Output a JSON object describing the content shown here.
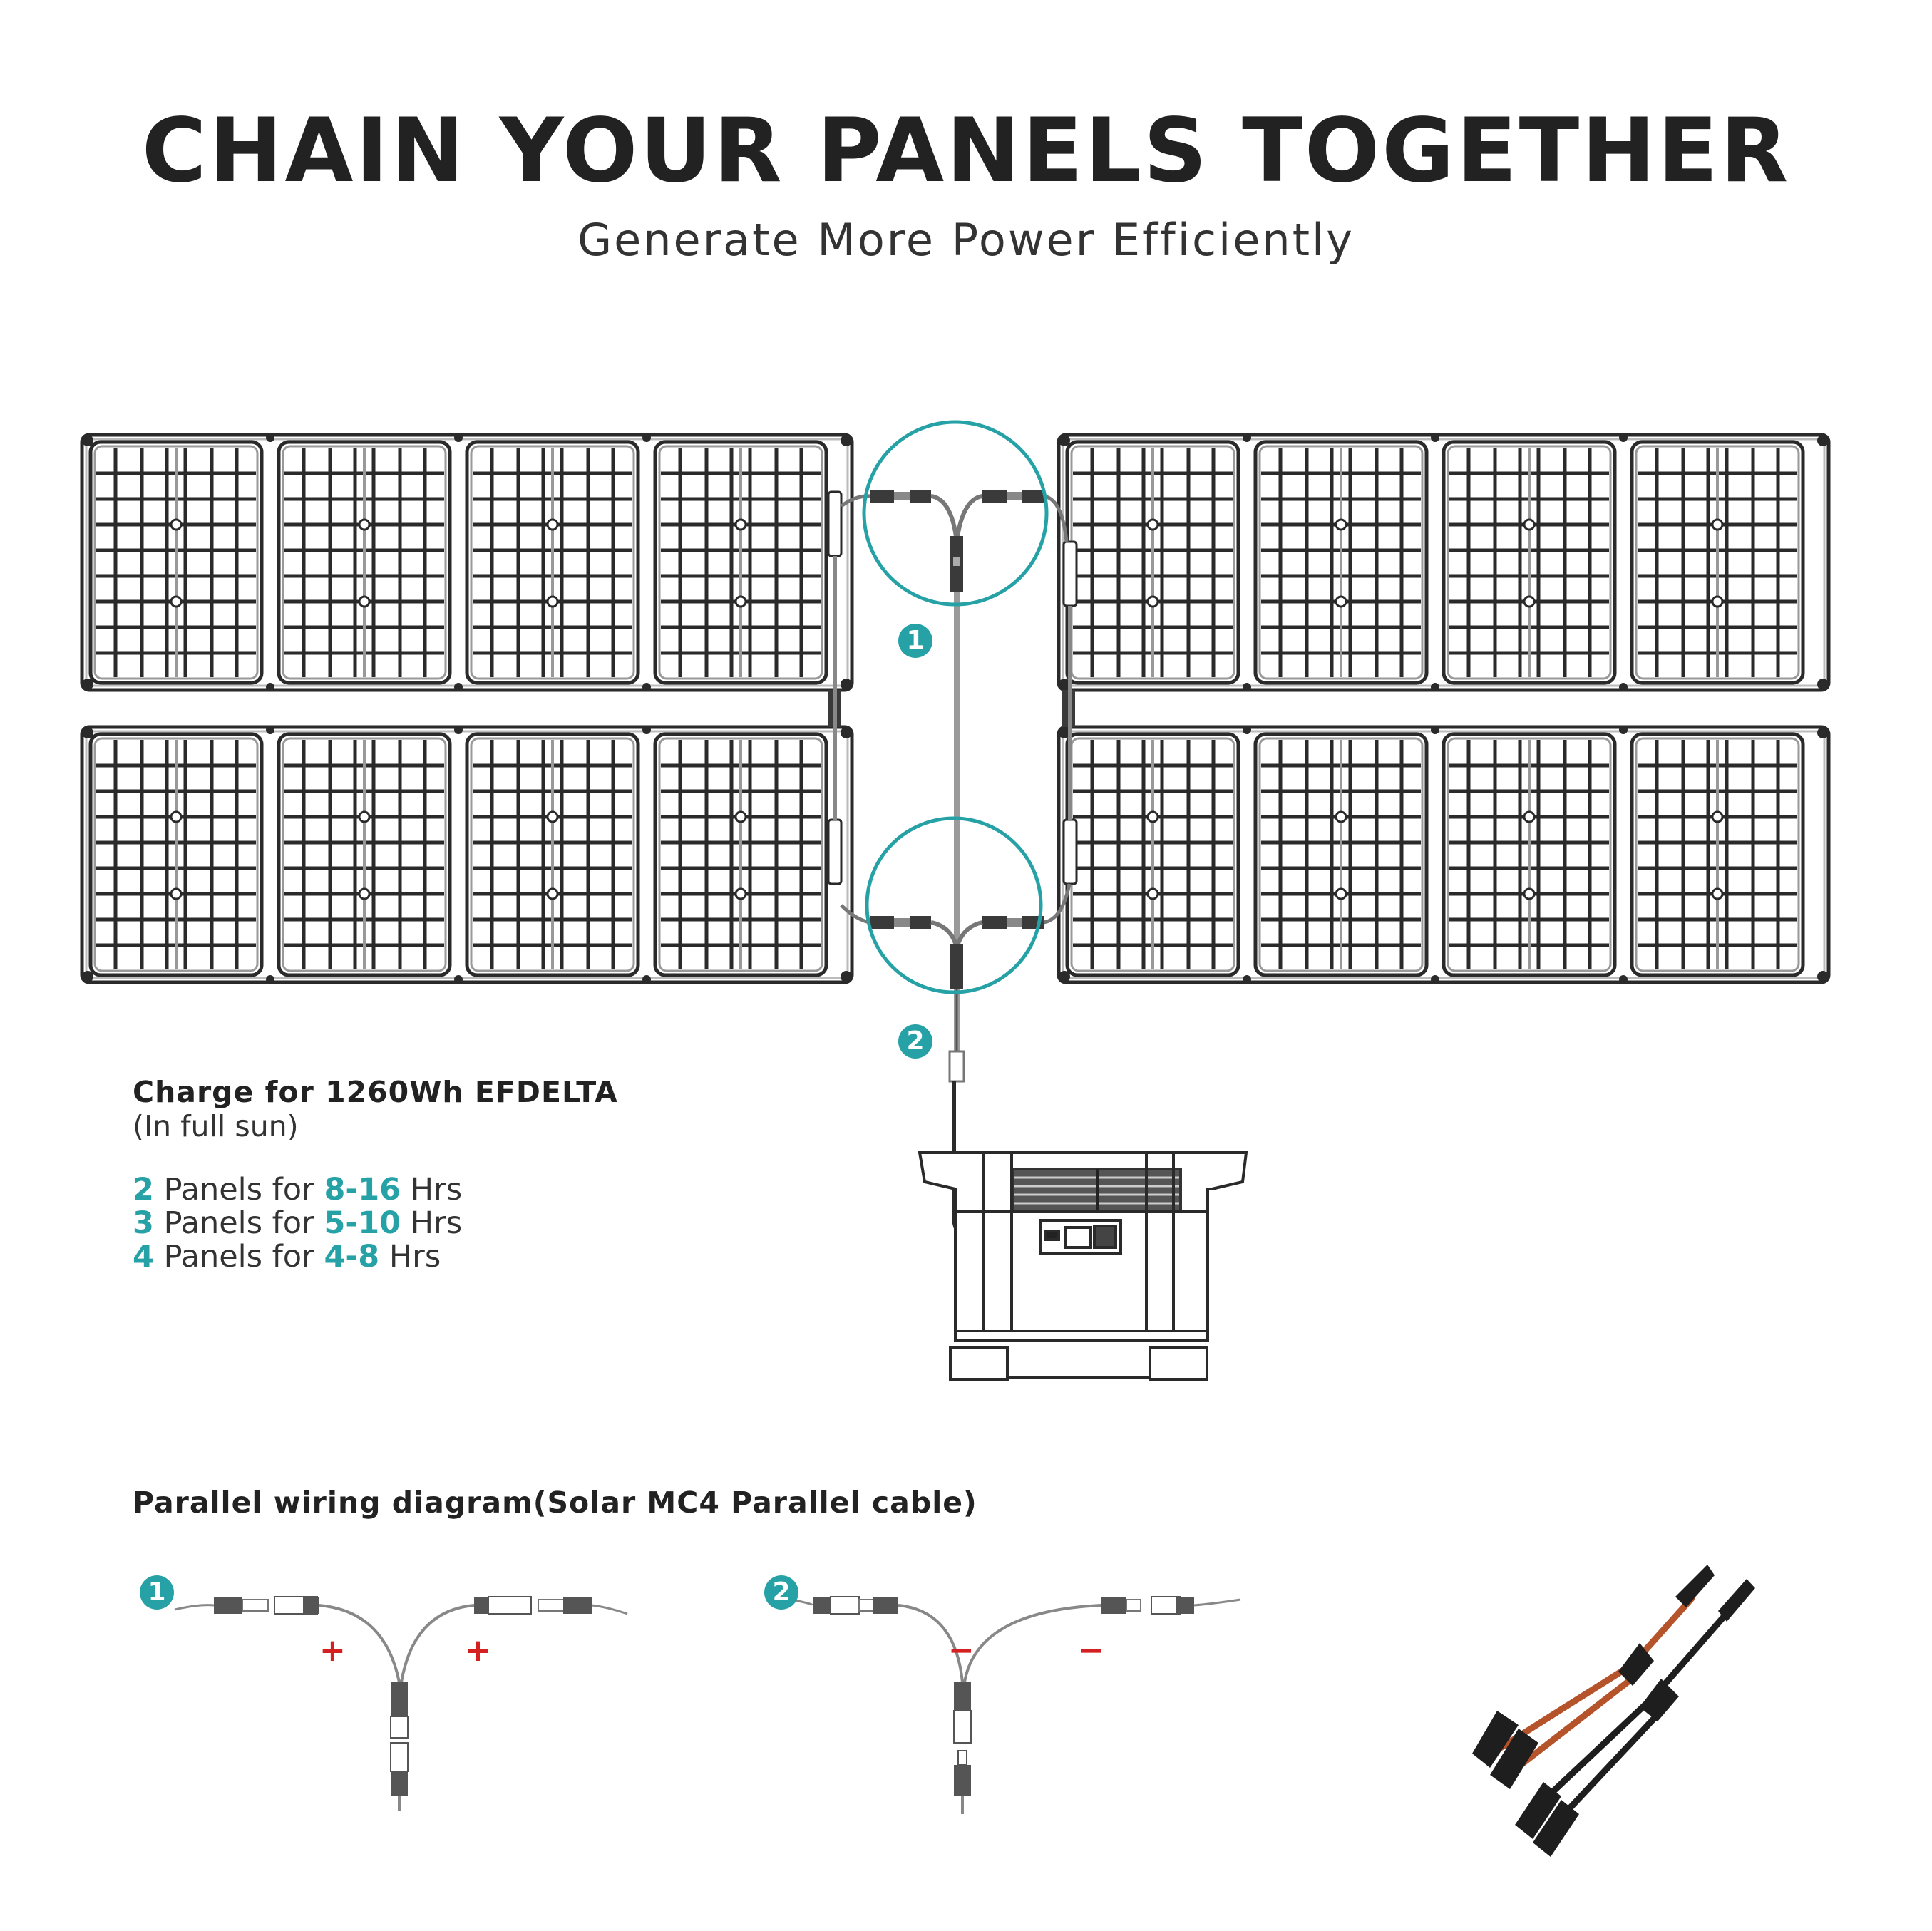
{
  "header": {
    "title": "CHAIN YOUR PANELS TOGETHER",
    "subtitle": "Generate More Power Efficiently"
  },
  "colors": {
    "accent_teal": "#26a2a6",
    "text_dark": "#222222",
    "polarity_red": "#d42020",
    "cable_orange": "#b5532a",
    "line_art": "#2a2a2a"
  },
  "diagram": {
    "callouts": [
      {
        "id": "1",
        "label": "1"
      },
      {
        "id": "2",
        "label": "2"
      }
    ],
    "panel_arrays": [
      {
        "position": "top-left",
        "modules": 4
      },
      {
        "position": "top-right",
        "modules": 4
      },
      {
        "position": "bottom-left",
        "modules": 4
      },
      {
        "position": "bottom-right",
        "modules": 4
      }
    ],
    "power_station": "EFDELTA"
  },
  "charge": {
    "heading": "Charge for 1260Wh EFDELTA",
    "note": "(In full sun)",
    "rows": [
      {
        "count": "2",
        "mid": " Panels for ",
        "range": "8-16",
        "unit": " Hrs"
      },
      {
        "count": "3",
        "mid": " Panels for ",
        "range": "5-10",
        "unit": " Hrs"
      },
      {
        "count": "4",
        "mid": " Panels for ",
        "range": "4-8",
        "unit": " Hrs"
      }
    ]
  },
  "wiring": {
    "title": "Parallel wiring diagram(Solar MC4 Parallel cable)",
    "diagrams": [
      {
        "badge": "1",
        "sign_left": "+",
        "sign_right": "+"
      },
      {
        "badge": "2",
        "sign_left": "−",
        "sign_right": "−"
      }
    ],
    "product_photo": "MC4 Y-branch parallel cable pair (red and black)"
  }
}
